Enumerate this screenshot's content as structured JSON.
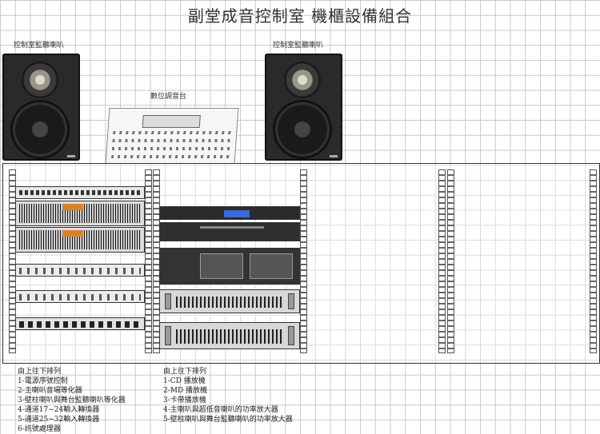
{
  "title": "副堂成音控制室 機櫃設備組合",
  "speakers": {
    "left_label": "控制室監聽喇叭",
    "right_label": "控制室監聽喇叭"
  },
  "mixer": {
    "label": "數位調音台"
  },
  "left_rack": {
    "heading": "由上往下排列",
    "items": [
      "1-電源序號控制",
      "2-主喇叭音場等化器",
      "3-壁柱喇叭與舞台監聽喇叭等化器",
      "4-通道17~24輸入轉換器",
      "5-通道25~32輸入轉換器",
      "6-訊號處理器"
    ]
  },
  "middle_rack": {
    "heading": "由上往下排列",
    "items": [
      "1-CD 播放機",
      "2-MD 播放機",
      "3-卡帶播放機",
      "4-主喇叭與超低音喇叭的功率放大器",
      "5-壁柱喇叭與舞台監聽喇叭的功率放大器"
    ]
  },
  "colors": {
    "grid": "#c9c9c9",
    "frame": "#333333",
    "cd_display": "#3b6bd6",
    "eq_display": "#d9822b"
  }
}
